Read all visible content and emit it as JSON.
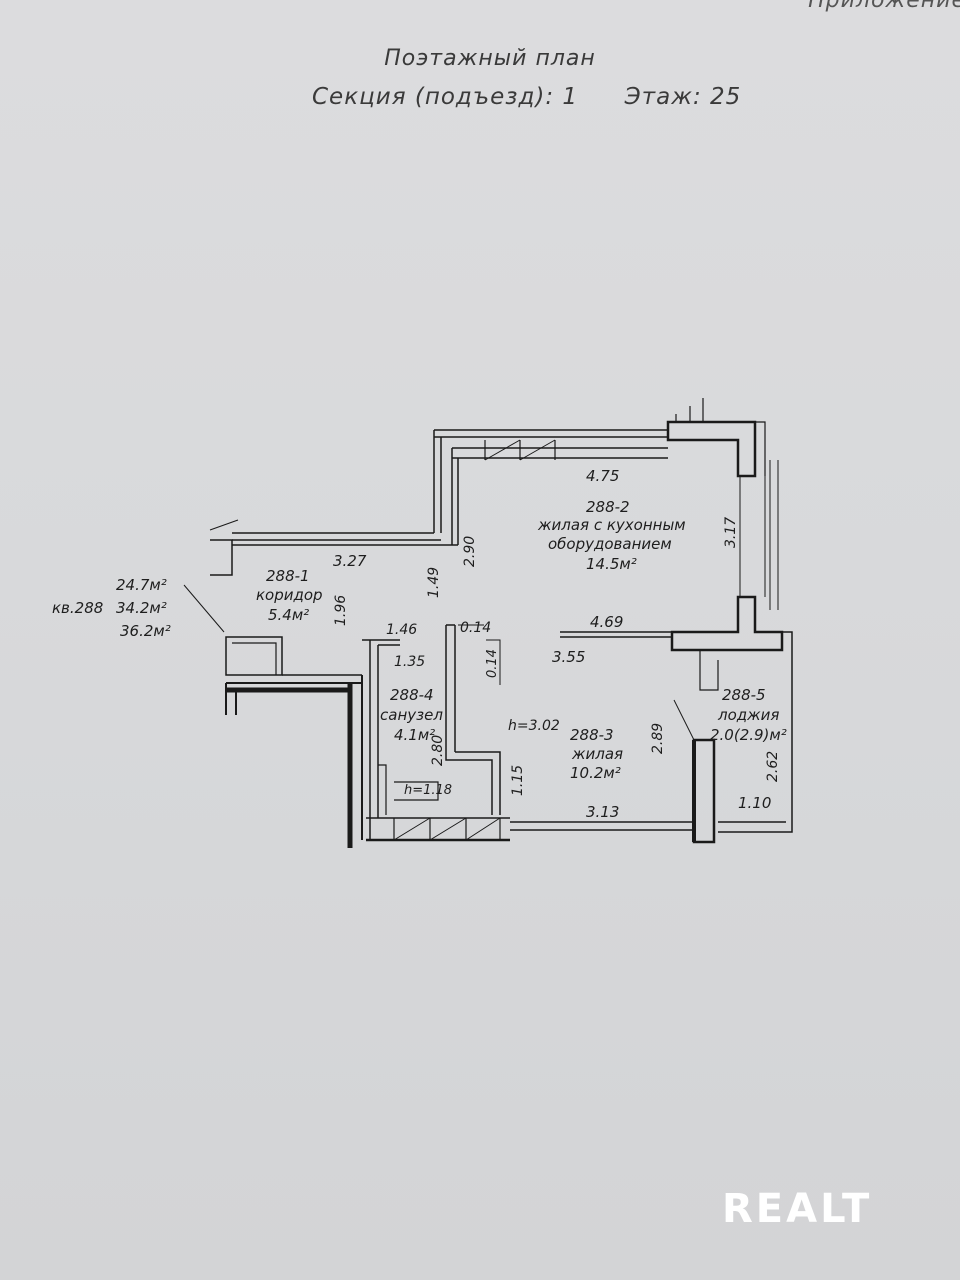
{
  "header": {
    "corner_text": "Приложение",
    "title": "Поэтажный план",
    "section": "Секция (подъезд): 1",
    "floor": "Этаж: 25"
  },
  "apartment": {
    "number": "кв.288",
    "area_living": "24.7м²",
    "area_total": "34.2м²",
    "area_with_loggia": "36.2м²"
  },
  "rooms": {
    "corridor": {
      "id": "288-1",
      "name": "коридор",
      "area": "5.4м²"
    },
    "kitchen_living": {
      "id": "288-2",
      "name_line1": "жилая с кухонным",
      "name_line2": "оборудованием",
      "area": "14.5м²"
    },
    "living": {
      "id": "288-3",
      "name": "жилая",
      "area": "10.2м²"
    },
    "bathroom": {
      "id": "288-4",
      "name": "санузел",
      "area": "4.1м²"
    },
    "loggia": {
      "id": "288-5",
      "name": "лоджия",
      "area": "2.0(2.9)м²"
    }
  },
  "dimensions": {
    "d_475": "4.75",
    "d_317": "3.17",
    "d_327": "3.27",
    "d_290": "2.90",
    "d_149": "1.49",
    "d_196": "1.96",
    "d_146": "1.46",
    "d_014a": "0.14",
    "d_014b": "0.14",
    "d_469": "4.69",
    "d_355": "3.55",
    "d_135": "1.35",
    "d_h302": "h=3.02",
    "d_280": "2.80",
    "d_289": "2.89",
    "d_262": "2.62",
    "d_115": "1.15",
    "d_313": "3.13",
    "d_110": "1.10",
    "d_h118": "h=1.18"
  },
  "logo": {
    "text": "REALT"
  }
}
